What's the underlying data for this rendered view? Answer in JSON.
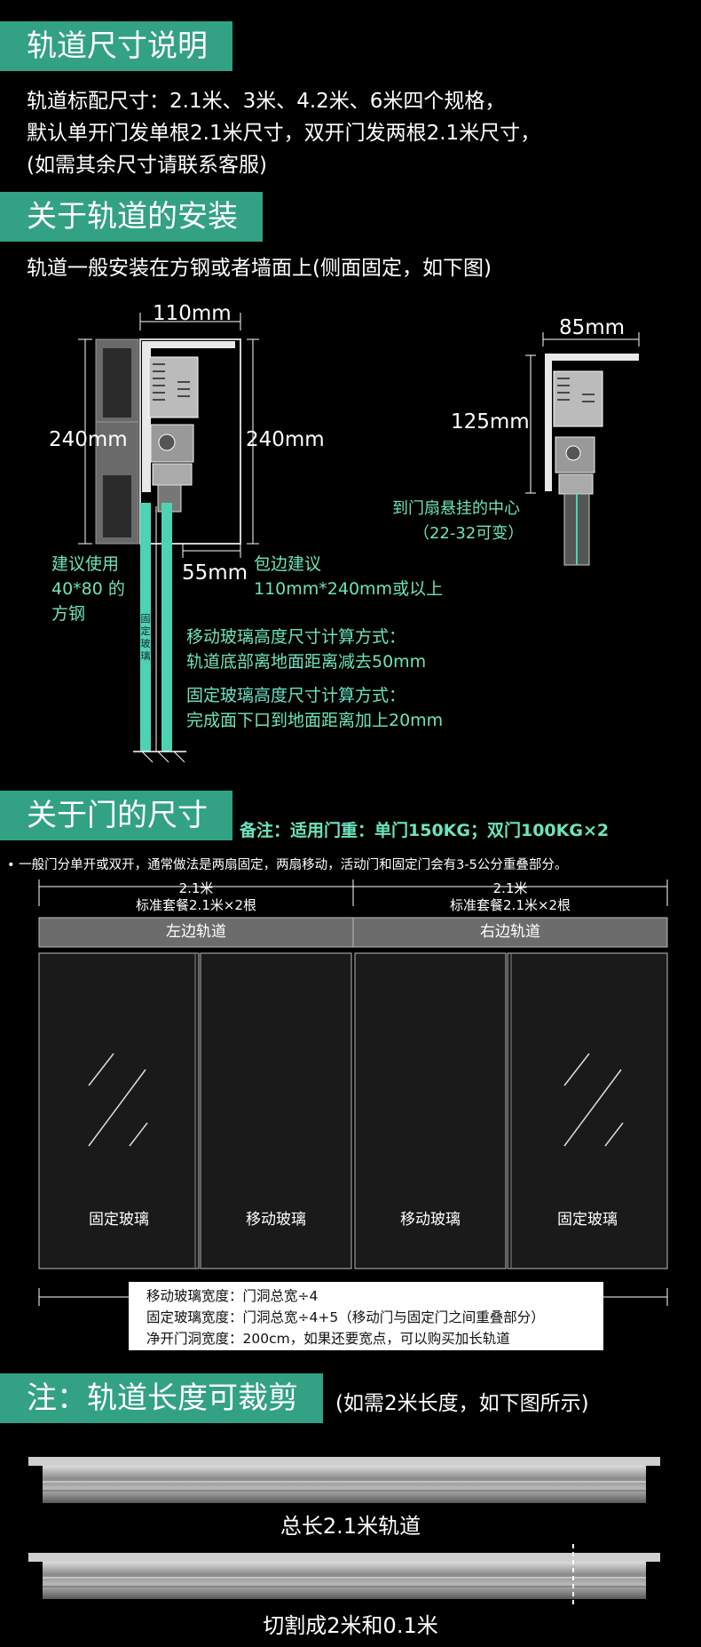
{
  "sections": {
    "s1_title": "轨道尺寸说明",
    "s1_lines": [
      "轨道标配尺寸：2.1米、3米、4.2米、6米四个规格，",
      "默认单开门发单根2.1米尺寸，双开门发两根2.1米尺寸，",
      "(如需其余尺寸请联系客服)"
    ],
    "s2_title": "关于轨道的安装",
    "s2_line": "轨道一般安装在方钢或者墙面上(侧面固定，如下图)",
    "s3_title": "关于门的尺寸",
    "s3_note": "备注：适用门重：单门150KG；双门100KG×2",
    "s3_bullet": "• 一般门分单开或双开，通常做法是两扇固定，两扇移动，活动门和固定门会有3-5公分重叠部分。",
    "s4_title": "注：轨道长度可裁剪",
    "s4_sub": "(如需2米长度，如下图所示)"
  },
  "install": {
    "dim_110": "110mm",
    "dim_240_left": "240mm",
    "dim_240_right": "240mm",
    "dim_55": "55mm",
    "dim_85": "85mm",
    "dim_125": "125mm",
    "square_steel": [
      "建议使用",
      "40*80 的",
      "方钢"
    ],
    "wrap": [
      "包边建议",
      "110mm*240mm或以上"
    ],
    "move_calc": [
      "移动玻璃高度尺寸计算方式：",
      "轨道底部离地面距离减去50mm"
    ],
    "fixed_calc": [
      "固定玻璃高度尺寸计算方式：",
      "完成面下口到地面距离加上20mm"
    ],
    "hang_center": [
      "到门扇悬挂的中心",
      "（22-32可变）"
    ],
    "fixed_glass_vertical": "固定玻璃"
  },
  "door": {
    "left_dim": "2.1米",
    "left_kit": "标准套餐2.1米×2根",
    "right_dim": "2.1米",
    "right_kit": "标准套餐2.1米×2根",
    "left_track": "左边轨道",
    "right_track": "右边轨道",
    "panels": [
      "固定玻璃",
      "移动玻璃",
      "移动玻璃",
      "固定玻璃"
    ],
    "formula": [
      "移动玻璃宽度：门洞总宽÷4",
      "固定玻璃宽度：门洞总宽÷4+5（移动门与固定门之间重叠部分）",
      "净开门洞宽度：200cm，如果还要宽点，可以购买加长轨道"
    ]
  },
  "rails": {
    "caption1": "总长2.1米轨道",
    "caption2": "切割成2米和0.1米"
  },
  "colors": {
    "accent": "#33a184",
    "teal_text": "#6ee3c0",
    "glass": "#1a1a1a"
  }
}
